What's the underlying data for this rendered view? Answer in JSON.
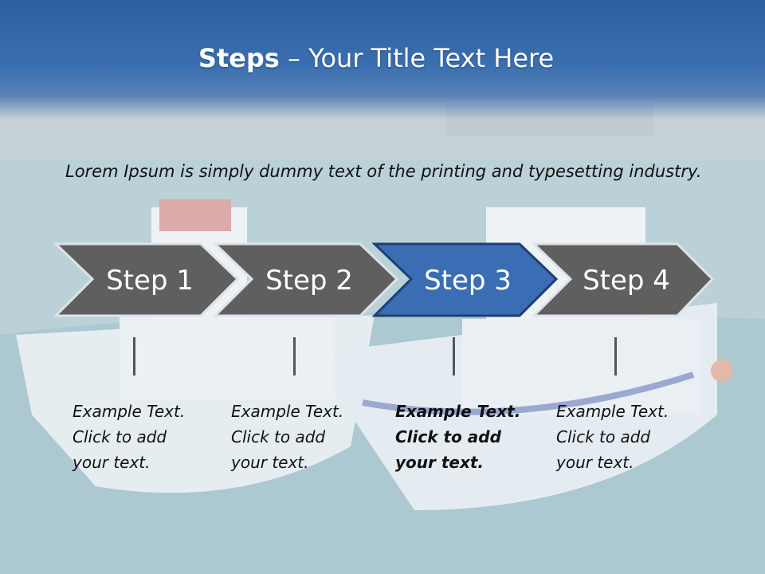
{
  "title": {
    "bold": "Steps",
    "rest": " – Your Title Text Here"
  },
  "intro": "Lorem Ipsum is simply dummy text of the printing and typesetting industry.",
  "steps": [
    {
      "label": "Step 1",
      "active": false,
      "desc": [
        "Example Text.",
        "Click  to add",
        "your text."
      ]
    },
    {
      "label": "Step 2",
      "active": false,
      "desc": [
        "Example Text.",
        "Click  to add",
        "your text."
      ]
    },
    {
      "label": "Step 3",
      "active": true,
      "desc": [
        "Example Text.",
        "Click  to add",
        "your text."
      ]
    },
    {
      "label": "Step 4",
      "active": false,
      "desc": [
        "Example Text.",
        "Click  to add",
        "your text."
      ]
    }
  ],
  "colors": {
    "title_bar": "#2c5f9e",
    "step_inactive": "#5f5f5f",
    "step_active": "#3b6db4",
    "step_active_border": "#1f3f72"
  }
}
